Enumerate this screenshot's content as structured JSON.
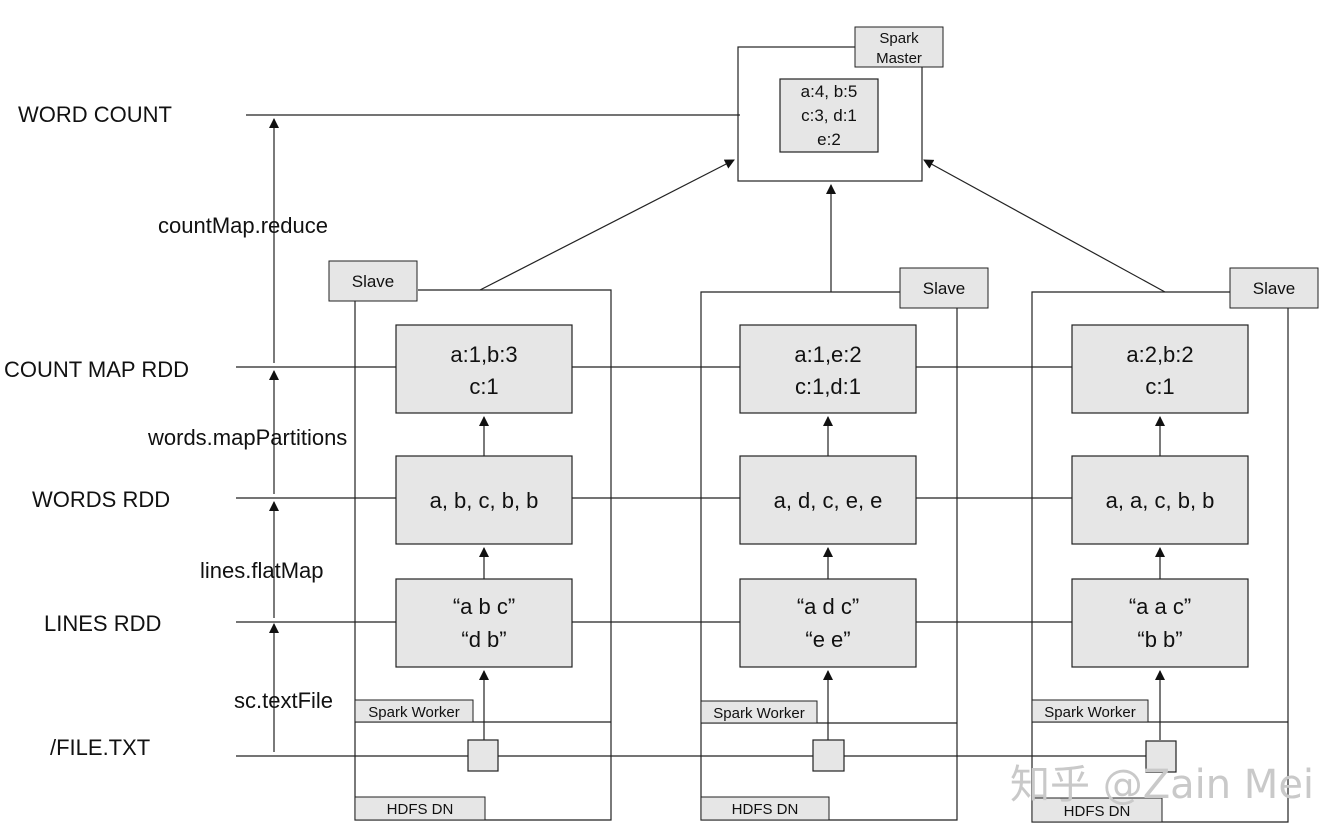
{
  "levels": {
    "word_count": "WORD  COUNT",
    "count_map_rdd": "COUNT MAP RDD",
    "words_rdd": "WORDS RDD",
    "lines_rdd": "LINES RDD",
    "file_txt": "/FILE.TXT"
  },
  "operations": {
    "reduce": "countMap.reduce",
    "map_partitions": "words.mapPartitions",
    "flat_map": "lines.flatMap",
    "text_file": "sc.textFile"
  },
  "master": {
    "label_line1": "Spark",
    "label_line2": "Master",
    "result_line1": "a:4, b:5",
    "result_line2": "c:3, d:1",
    "result_line3": "e:2"
  },
  "nodes": [
    {
      "slave_label": "Slave",
      "worker_label": "Spark Worker",
      "hdfs_label": "HDFS DN",
      "count_map_line1": "a:1,b:3",
      "count_map_line2": "c:1",
      "words": "a, b, c, b, b",
      "lines_line1": "“a b c”",
      "lines_line2": "“d b”"
    },
    {
      "slave_label": "Slave",
      "worker_label": "Spark Worker",
      "hdfs_label": "HDFS DN",
      "count_map_line1": "a:1,e:2",
      "count_map_line2": "c:1,d:1",
      "words": "a, d, c, e, e",
      "lines_line1": "“a d c”",
      "lines_line2": "“e e”"
    },
    {
      "slave_label": "Slave",
      "worker_label": "Spark Worker",
      "hdfs_label": "HDFS DN",
      "count_map_line1": "a:2,b:2",
      "count_map_line2": "c:1",
      "words": "a, a, c, b, b",
      "lines_line1": "“a a c”",
      "lines_line2": "“b b”"
    }
  ],
  "watermark": "知乎 @Zain Mei"
}
